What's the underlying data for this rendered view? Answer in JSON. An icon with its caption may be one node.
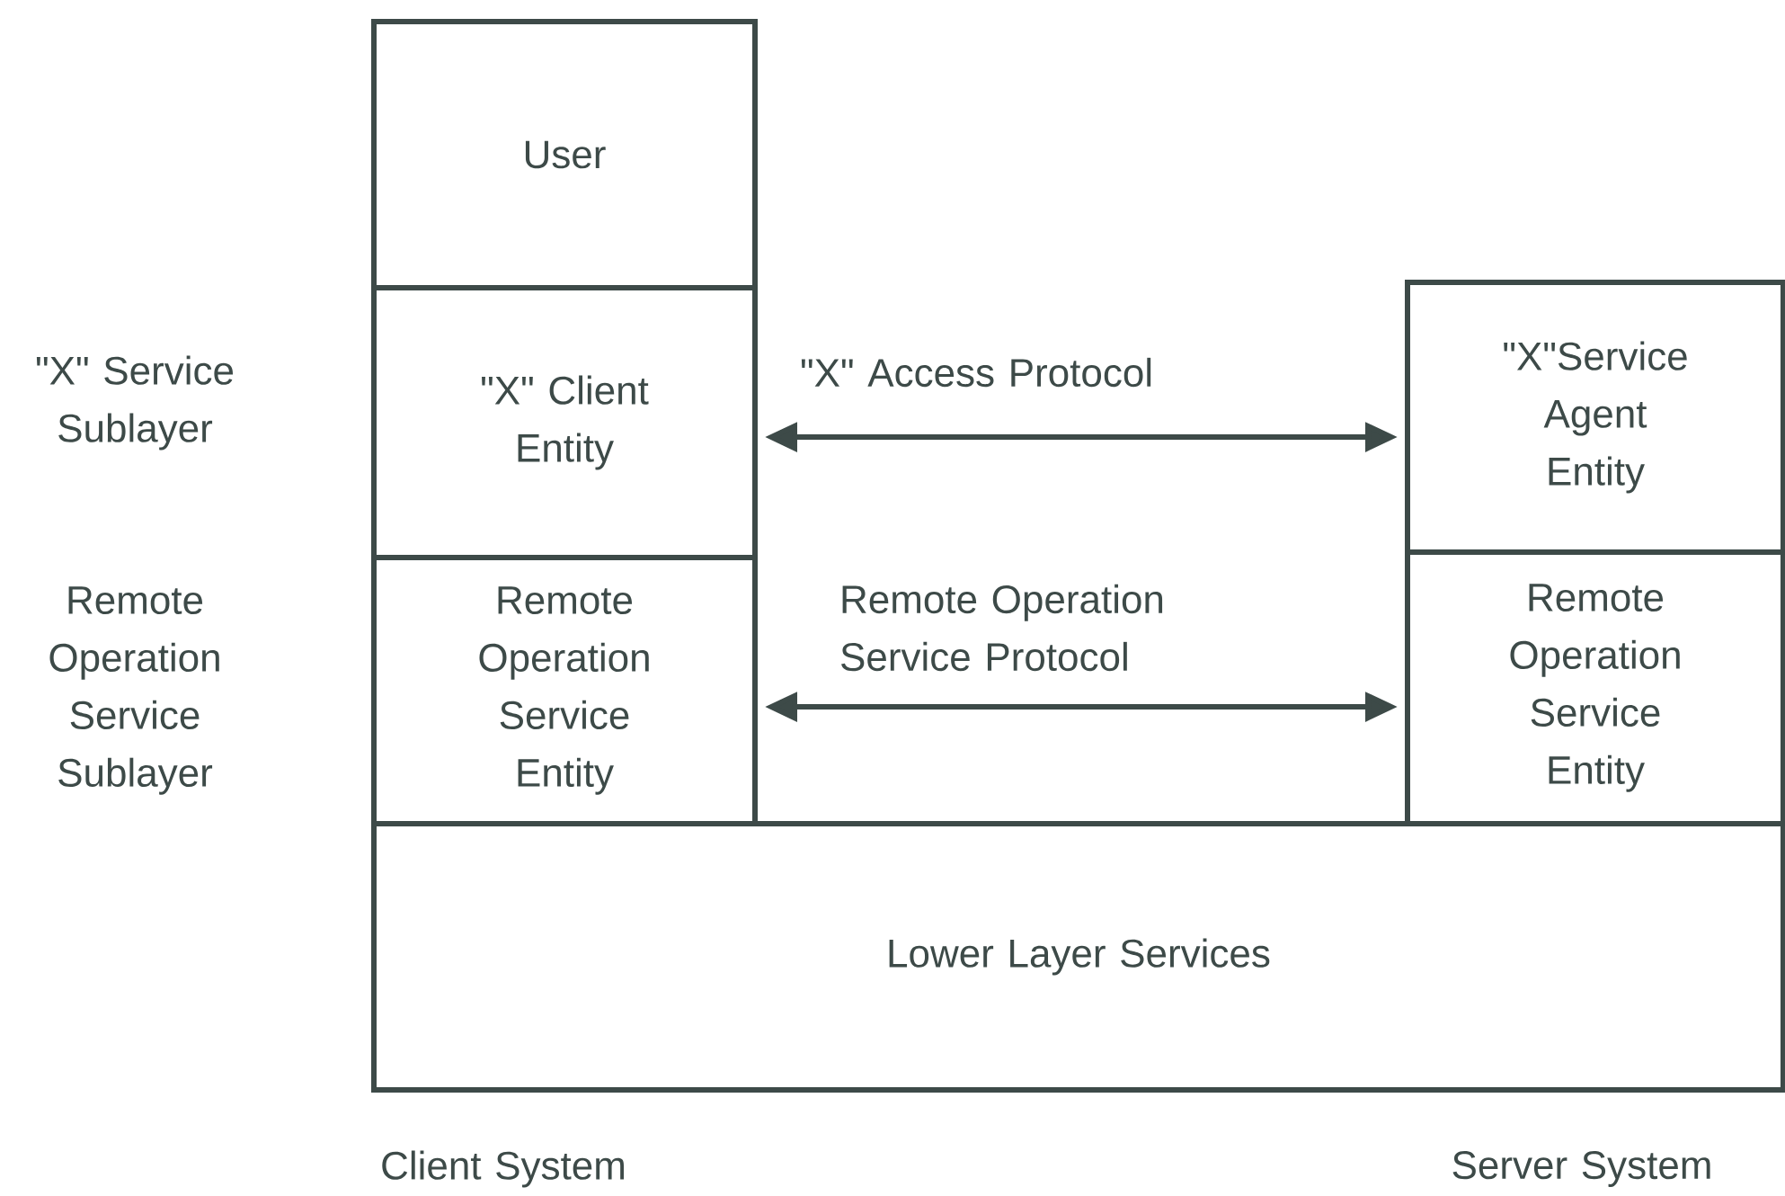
{
  "diagram": {
    "nodes": [
      {
        "text": [
          "User"
        ]
      },
      {
        "text": [
          "\"X\" Client Entity"
        ]
      },
      {
        "text": [
          "Remote Operation Service Entity"
        ]
      },
      {
        "text": [
          "\"X\"Service Agent Entity"
        ]
      },
      {
        "text": [
          "Remote Operation Service Entity"
        ]
      },
      {
        "text": [
          "Lower Layer Services"
        ]
      }
    ],
    "edges": [
      {
        "from": 1,
        "to": 3,
        "arrow": "both",
        "label": "\"X\" Access Protocol"
      },
      {
        "from": 2,
        "to": 4,
        "arrow": "both",
        "label": "Remote Operation Service Protocol"
      }
    ],
    "labels": [
      "\"X\" Service Sublayer",
      "Remote Operation Service Sublayer",
      "Client System",
      "Server System"
    ]
  }
}
